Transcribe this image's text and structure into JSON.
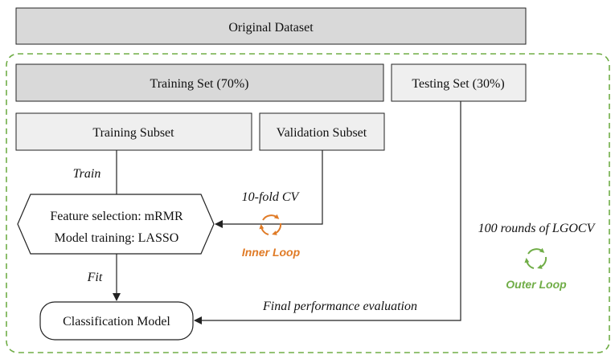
{
  "boxes": {
    "original_dataset": "Original Dataset",
    "training_set": "Training Set (70%)",
    "testing_set": "Testing Set (30%)",
    "training_subset": "Training Subset",
    "validation_subset": "Validation Subset",
    "feature_selection": "Feature selection: mRMR",
    "model_training": "Model training: LASSO",
    "classification_model": "Classification Model"
  },
  "edge_labels": {
    "train": "Train",
    "fit": "Fit",
    "ten_fold_cv": "10-fold CV",
    "hundred_rounds": "100 rounds of LGOCV",
    "final_evaluation": "Final performance evaluation"
  },
  "loops": {
    "inner": "Inner Loop",
    "outer": "Outer Loop"
  },
  "colors": {
    "box_fill_dark": "#d9d9d9",
    "box_fill_light": "#efefef",
    "outer_dash": "#70ad47",
    "inner_loop": "#e07b27",
    "outer_loop": "#70ad47",
    "stroke": "#222222"
  },
  "icons": {
    "inner_loop_icon": "refresh-cycle-icon",
    "outer_loop_icon": "refresh-cycle-icon"
  }
}
